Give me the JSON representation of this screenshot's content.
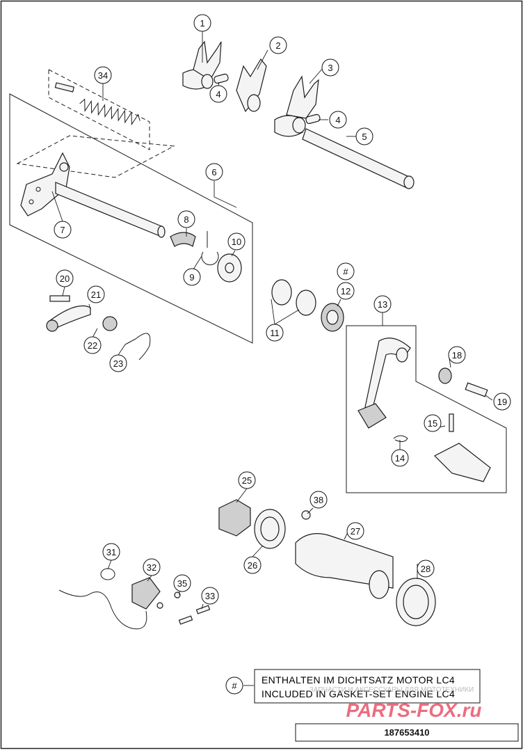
{
  "callouts": {
    "c1": "1",
    "c2": "2",
    "c3": "3",
    "c4a": "4",
    "c4b": "4",
    "c5": "5",
    "c6": "6",
    "c7": "7",
    "c8": "8",
    "c9": "9",
    "c10": "10",
    "c11": "11",
    "c12": "12",
    "c12hash": "#",
    "c13": "13",
    "c14": "14",
    "c15": "15",
    "c18": "18",
    "c19": "19",
    "c20": "20",
    "c21": "21",
    "c22": "22",
    "c23": "23",
    "c25": "25",
    "c26": "26",
    "c27": "27",
    "c28": "28",
    "c31": "31",
    "c32": "32",
    "c33": "33",
    "c34": "34",
    "c35": "35",
    "c38": "38"
  },
  "legend": {
    "symbol": "#",
    "line1": "ENTHALTEN IM DICHTSATZ MOTOR LC4",
    "line2": "INCLUDED IN GASKET-SET ENGINE LC4"
  },
  "watermark": {
    "sub": "ЗАПЧАСТИ И АКСЕССУАРЫ ДЛЯ МОТОТЕХНИКИ",
    "brand": "PARTS-FOX.ru",
    "color": "#e8546a"
  },
  "footer": {
    "drawing_number": "187653410"
  }
}
